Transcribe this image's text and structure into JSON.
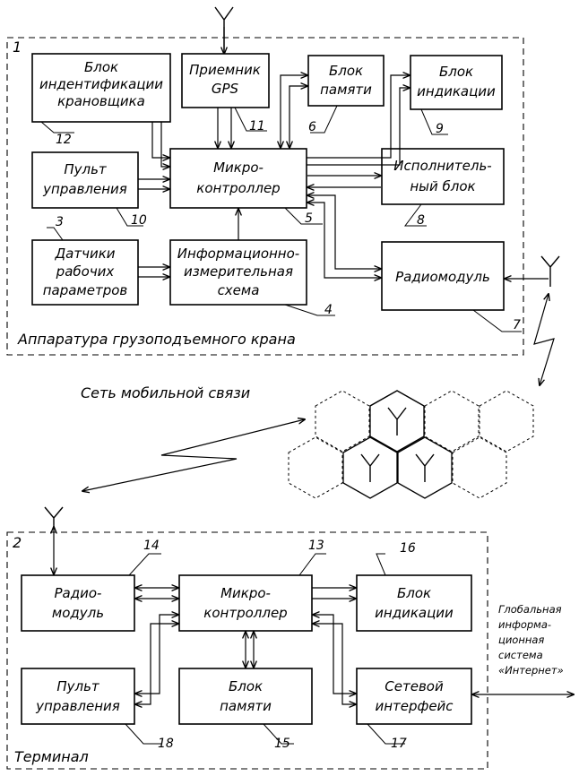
{
  "crane": {
    "group_number": "1",
    "title": "Аппаратура грузоподъемного крана",
    "blocks": {
      "id_block": {
        "lines": [
          "Блок",
          "индентификации",
          "крановщика"
        ],
        "number": "12"
      },
      "gps": {
        "lines": [
          "Приемник",
          "GPS"
        ],
        "number": "11"
      },
      "memory": {
        "lines": [
          "Блок",
          "памяти"
        ],
        "number": "6"
      },
      "indication": {
        "lines": [
          "Блок",
          "индикации"
        ],
        "number": "9"
      },
      "control_panel": {
        "lines": [
          "Пульт",
          "управления"
        ],
        "number": "10"
      },
      "microcontroller": {
        "lines": [
          "Микро-",
          "контроллер"
        ],
        "number": "5"
      },
      "executive": {
        "lines": [
          "Исполнитель-",
          "ный блок"
        ],
        "number": "8"
      },
      "sensors": {
        "lines": [
          "Датчики",
          "рабочих",
          "параметров"
        ],
        "number": "3"
      },
      "measuring": {
        "lines": [
          "Информационно-",
          "измерительная",
          "схема"
        ],
        "number": "4"
      },
      "radio": {
        "lines": [
          "Радиомодуль"
        ],
        "number": "7"
      }
    }
  },
  "network_label": "Сеть мобильной связи",
  "terminal": {
    "group_number": "2",
    "title": "Терминал",
    "blocks": {
      "radio": {
        "lines": [
          "Радио-",
          "модуль"
        ],
        "number": "14"
      },
      "microcontroller": {
        "lines": [
          "Микро-",
          "контроллер"
        ],
        "number": "13"
      },
      "indication": {
        "lines": [
          "Блок",
          "индикации"
        ],
        "number": "16"
      },
      "control_panel": {
        "lines": [
          "Пульт",
          "управления"
        ],
        "number": "18"
      },
      "memory": {
        "lines": [
          "Блок",
          "памяти"
        ],
        "number": "15"
      },
      "network_iface": {
        "lines": [
          "Сетевой",
          "интерфейс"
        ],
        "number": "17"
      }
    }
  },
  "internet_label": {
    "lines": [
      "Глобальная",
      "информа-",
      "ционная",
      "система",
      "«Интернет»"
    ]
  }
}
